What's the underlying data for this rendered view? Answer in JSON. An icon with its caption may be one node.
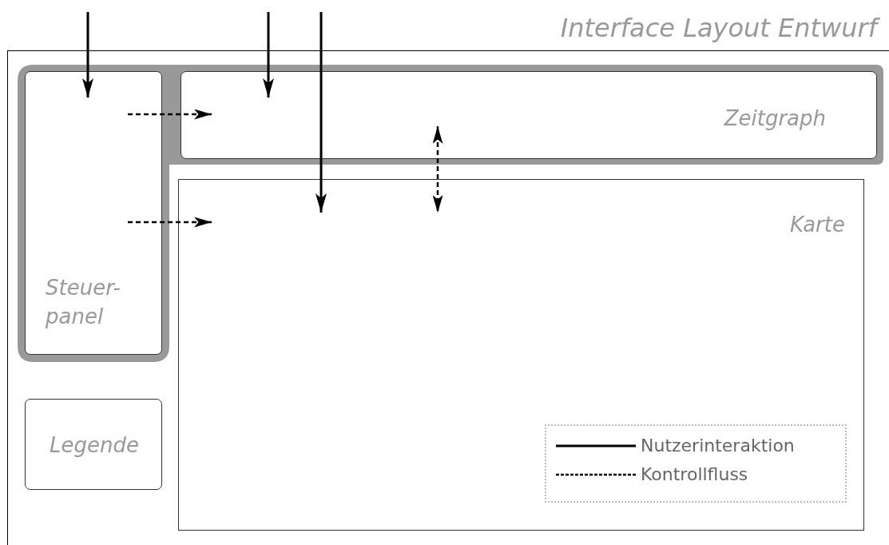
{
  "diagram": {
    "nodes": [
      {
        "text": [
          "Interface Layout Entwurf"
        ]
      },
      {
        "text": [
          "Steuer- panel"
        ],
        "in": 0
      },
      {
        "text": [
          "Zeitgraph"
        ],
        "in": 0
      },
      {
        "text": [
          "Karte"
        ],
        "in": 0
      },
      {
        "text": [
          "Legende"
        ],
        "in": 0
      }
    ],
    "edges": [
      {
        "from": null,
        "to": 1,
        "arrow": "to"
      },
      {
        "from": null,
        "to": 2,
        "arrow": "to"
      },
      {
        "from": null,
        "to": 3,
        "arrow": "to"
      },
      {
        "from": 1,
        "to": 2,
        "arrow": "to",
        "style": "dashed"
      },
      {
        "from": 1,
        "to": 3,
        "arrow": "to",
        "style": "dashed"
      },
      {
        "from": 2,
        "to": 3,
        "arrow": "both",
        "style": "dashed"
      }
    ],
    "legend": [
      {
        "text": "Nutzerinteraktion"
      },
      {
        "text": "Kontrollfluss"
      }
    ]
  }
}
